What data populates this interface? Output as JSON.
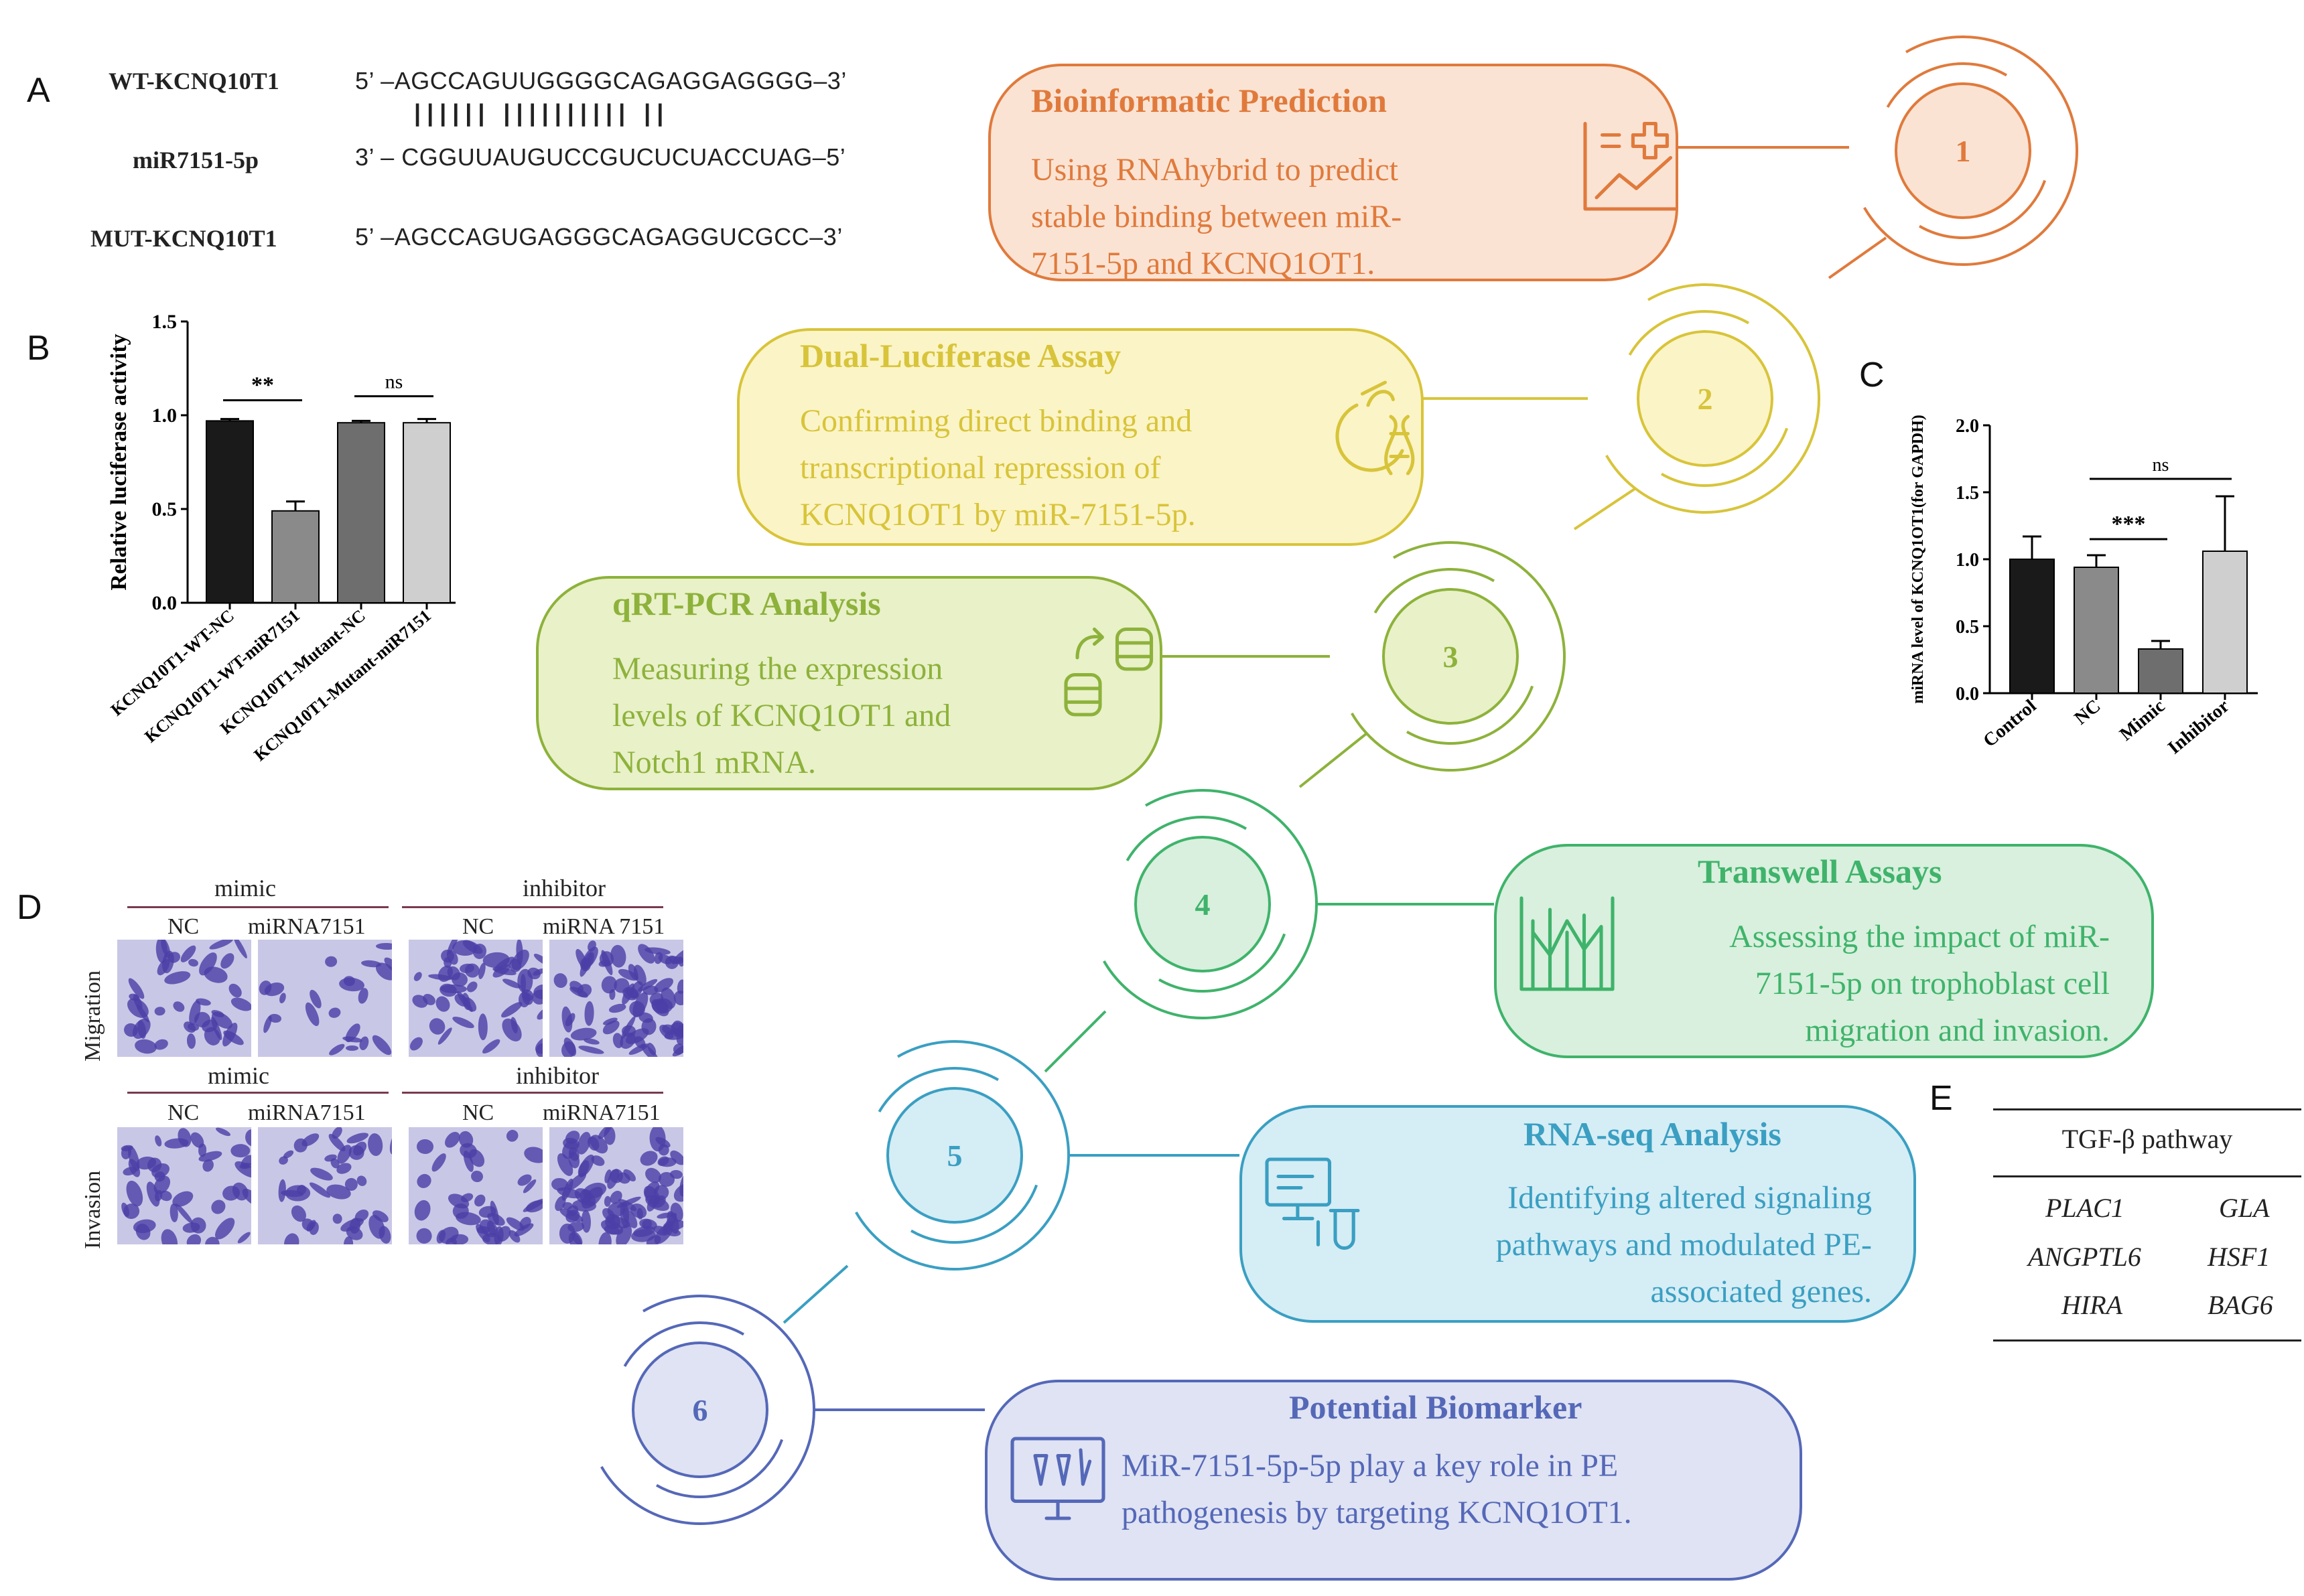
{
  "panels": {
    "A": "A",
    "B": "B",
    "C": "C",
    "D": "D",
    "E": "E"
  },
  "sequences": {
    "wt_label": "WT-KCNQ10T1",
    "wt_seq": "5’ –AGCCAGUUGGGGCAGAGGAGGGG–3’",
    "mir_label": "miR7151-5p",
    "mir_seq": "3’ – CGGUUAUGUCCGUCUCUACCUAG–5’",
    "mut_label": "MUT-KCNQ10T1",
    "mut_seq": "5’ –AGCCAGUGAGGGCAGAGGUCGCC–3’",
    "pair_marks": "|||||| |||||||||| ||"
  },
  "steps": [
    {
      "num": "1",
      "title": "Bioinformatic Prediction",
      "body": [
        "Using RNAhybrid to predict",
        "stable binding between miR-",
        "7151-5p and KCNQ1OT1."
      ],
      "color": "#e07a3c",
      "fill": "#fbe3d3",
      "icon": "chart-plus-icon"
    },
    {
      "num": "2",
      "title": "Dual-Luciferase Assay",
      "body": [
        "Confirming direct binding and",
        "transcriptional repression of",
        "KCNQ1OT1 by miR-7151-5p."
      ],
      "color": "#d8c43a",
      "fill": "#fbf4c6",
      "icon": "dna-cycle-icon"
    },
    {
      "num": "3",
      "title": "qRT-PCR Analysis",
      "body": [
        "Measuring the expression",
        "levels of KCNQ1OT1 and",
        "Notch1 mRNA."
      ],
      "color": "#8db23b",
      "fill": "#e9f1c8",
      "icon": "sample-transfer-icon"
    },
    {
      "num": "4",
      "title": "Transwell Assays",
      "body": [
        "Assessing the impact of miR-",
        "7151-5p on trophoblast cell",
        "migration and invasion."
      ],
      "color": "#3fb36b",
      "fill": "#d8f0dd",
      "icon": "cell-chart-icon"
    },
    {
      "num": "5",
      "title": "RNA-seq Analysis",
      "body": [
        "Identifying altered signaling",
        "pathways and modulated PE-",
        "associated genes."
      ],
      "color": "#3a9fc2",
      "fill": "#d5edf5",
      "icon": "computer-flask-icon"
    },
    {
      "num": "6",
      "title": "Potential Biomarker",
      "body": [
        "MiR-7151-5p-5p  play a key role in PE",
        "pathogenesis by targeting KCNQ1OT1."
      ],
      "color": "#5568b8",
      "fill": "#dfe3f3",
      "icon": "monitor-biomarker-icon"
    }
  ],
  "chart_data": [
    {
      "type": "bar",
      "panel": "B",
      "ylabel": "Relative luciferase activity",
      "categories": [
        "KCNQ10T1-WT-NC",
        "KCNQ10T1-WT-miR7151",
        "KCNQ10T1-Mutant-NC",
        "KCNQ10T1-Mutant-miR7151"
      ],
      "values": [
        0.97,
        0.49,
        0.96,
        0.96
      ],
      "errors": [
        0.01,
        0.05,
        0.01,
        0.02
      ],
      "colors": [
        "#1a1a1a",
        "#8a8a8a",
        "#6e6e6e",
        "#cfcfcf"
      ],
      "ylim": [
        0,
        1.5
      ],
      "yticks": [
        "0.0",
        "0.5",
        "1.0",
        "1.5"
      ],
      "significance": [
        {
          "pair": [
            0,
            1
          ],
          "label": "**"
        },
        {
          "pair": [
            2,
            3
          ],
          "label": "ns"
        }
      ]
    },
    {
      "type": "bar",
      "panel": "C",
      "ylabel": "miRNA level of  KCNQ1OT1(for GAPDH)",
      "categories": [
        "Control",
        "NC",
        "Mimic",
        "Inhibitor"
      ],
      "values": [
        1.0,
        0.94,
        0.33,
        1.06
      ],
      "errors": [
        0.17,
        0.09,
        0.06,
        0.41
      ],
      "colors": [
        "#1a1a1a",
        "#8a8a8a",
        "#6e6e6e",
        "#cfcfcf"
      ],
      "ylim": [
        0,
        2.0
      ],
      "yticks": [
        "0.0",
        "0.5",
        "1.0",
        "1.5",
        "2.0"
      ],
      "significance": [
        {
          "pair": [
            1,
            2
          ],
          "label": "***"
        },
        {
          "pair": [
            1,
            3
          ],
          "label": "ns"
        }
      ]
    }
  ],
  "micrographs": {
    "top_group_left": "mimic",
    "top_group_right": "inhibitor",
    "bottom_group_left": "mimic",
    "bottom_group_right": "inhibitor",
    "top_cols": [
      "NC",
      "miRNA7151",
      "NC",
      "miRNA 7151"
    ],
    "bottom_cols": [
      "NC",
      "miRNA7151",
      "NC",
      "miRNA7151"
    ],
    "row_migration": "Migration",
    "row_invasion": "Invasion"
  },
  "gene_table": {
    "header": "TGF-β pathway",
    "genes": [
      [
        "PLAC1",
        "GLA"
      ],
      [
        "ANGPTL6",
        "HSF1"
      ],
      [
        "HIRA",
        "BAG6"
      ]
    ]
  }
}
